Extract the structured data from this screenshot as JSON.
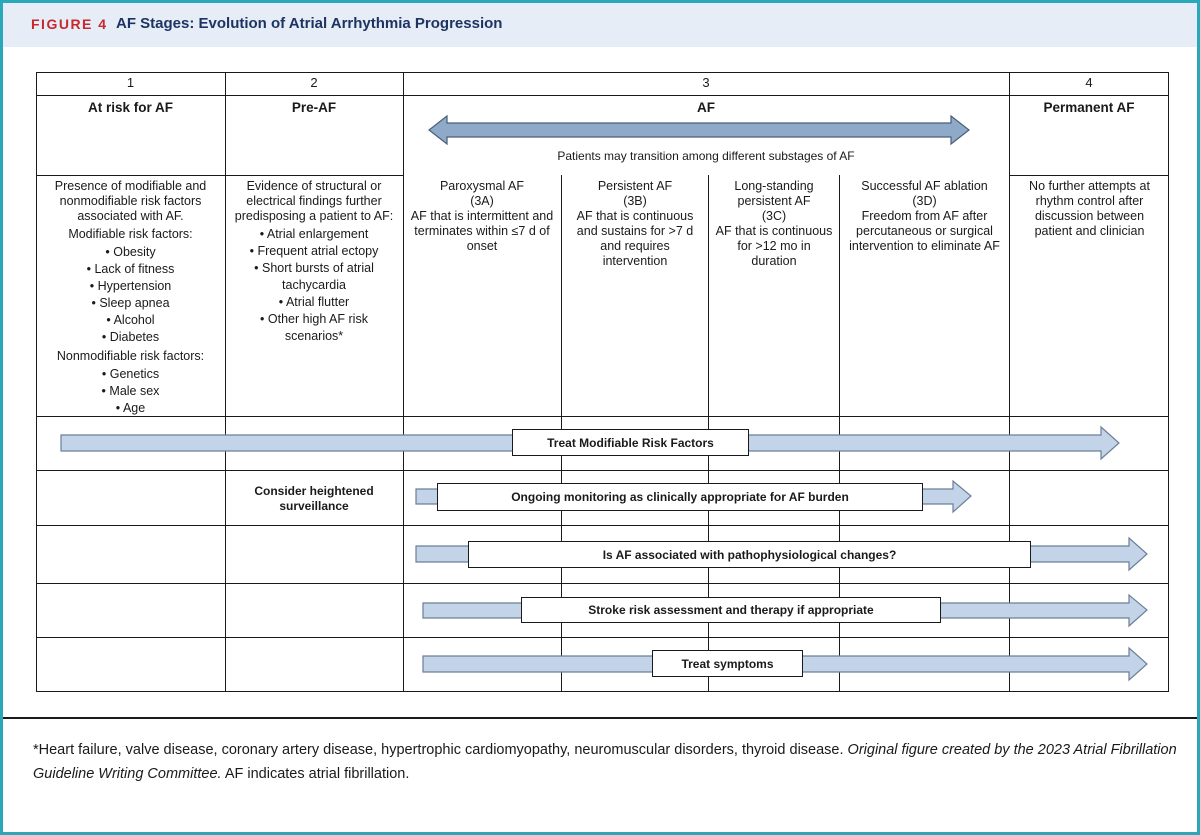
{
  "header": {
    "figure_label": "FIGURE 4",
    "title": "AF Stages: Evolution of Atrial Arrhythmia Progression"
  },
  "columns": [
    {
      "number": "1",
      "name": "At risk for AF"
    },
    {
      "number": "2",
      "name": "Pre-AF"
    },
    {
      "number": "3",
      "name": "AF"
    },
    {
      "number": "4",
      "name": "Permanent AF"
    }
  ],
  "transition_note": "Patients may transition among different substages of AF",
  "stage1": {
    "intro": "Presence of modifiable and nonmodifiable risk factors associated with AF.",
    "modifiable_heading": "Modifiable risk factors:",
    "modifiable": [
      "Obesity",
      "Lack of fitness",
      "Hypertension",
      "Sleep apnea",
      "Alcohol",
      "Diabetes"
    ],
    "nonmodifiable_heading": "Nonmodifiable risk factors:",
    "nonmodifiable": [
      "Genetics",
      "Male sex",
      "Age"
    ]
  },
  "stage2": {
    "intro": "Evidence of structural or electrical findings further predisposing a patient to AF:",
    "items": [
      "Atrial enlargement",
      "Frequent atrial ectopy",
      "Short bursts of atrial tachycardia",
      "Atrial flutter",
      "Other high AF risk scenarios*"
    ]
  },
  "substages": [
    {
      "name": "Paroxysmal AF",
      "code": "(3A)",
      "description": "AF that is intermittent and terminates within ≤7 d of onset"
    },
    {
      "name": "Persistent AF",
      "code": "(3B)",
      "description": "AF that is continuous and sustains for >7 d and requires intervention"
    },
    {
      "name": "Long-standing persistent AF",
      "code": "(3C)",
      "description": "AF that is continuous for >12 mo in duration"
    },
    {
      "name": "Successful AF ablation",
      "code": "(3D)",
      "description": "Freedom from AF after percutaneous or surgical intervention to eliminate AF"
    }
  ],
  "stage4": {
    "description": "No further attempts at rhythm control after discussion between patient and clinician"
  },
  "management": {
    "risk_factors": "Treat Modifiable Risk Factors",
    "surveillance": "Consider heightened surveillance",
    "monitoring": "Ongoing monitoring as clinically appropriate for AF burden",
    "pathophysiology": "Is AF associated with pathophysiological changes?",
    "stroke": "Stroke risk assessment and therapy if appropriate",
    "symptoms": "Treat symptoms"
  },
  "footnote": {
    "text": "*Heart failure, valve disease, coronary artery disease, hypertrophic cardiomyopathy, neuromuscular disorders, thyroid disease.",
    "italic": "Original figure created by the 2023 Atrial Fibrillation Guideline Writing Committee.",
    "tail": "AF indicates atrial fibrillation."
  },
  "colors": {
    "border": "#2aa7b8",
    "header_bg": "#e6edf7",
    "figure_label": "#c8282d",
    "title": "#1d3463",
    "arrow_fill": "#c3d4e8",
    "arrow_stroke": "#6b7f99",
    "double_arrow_fill": "#8fa9c9"
  }
}
